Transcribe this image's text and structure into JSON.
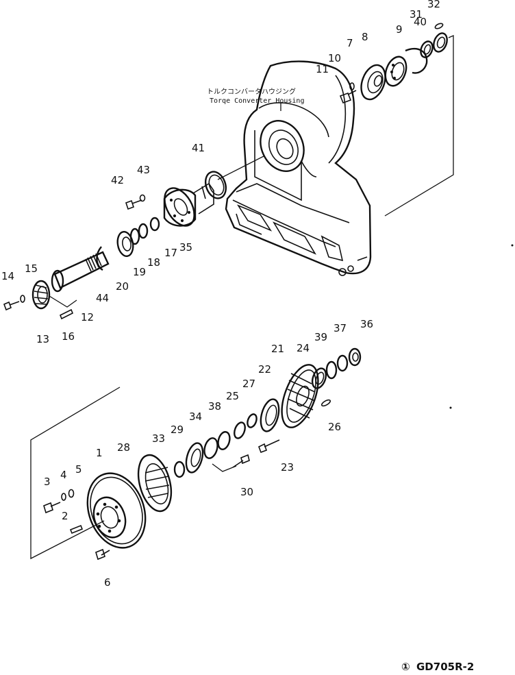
{
  "diagram": {
    "housing_label_jp": "トルクコンバータハウジング",
    "housing_label_en": "Torqe Converter Housing",
    "drawing_code_symbol": "①",
    "drawing_code": "GD705R-2",
    "callouts": {
      "p1": "1",
      "p2": "2",
      "p3": "3",
      "p4": "4",
      "p5": "5",
      "p6": "6",
      "p7": "7",
      "p8": "8",
      "p9": "9",
      "p10": "10",
      "p11": "11",
      "p12": "12",
      "p13": "13",
      "p14": "14",
      "p15": "15",
      "p16": "16",
      "p17": "17",
      "p18": "18",
      "p19": "19",
      "p20": "20",
      "p21": "21",
      "p22": "22",
      "p23": "23",
      "p24": "24",
      "p25": "25",
      "p26": "26",
      "p27": "27",
      "p28": "28",
      "p29": "29",
      "p30": "30",
      "p31": "31",
      "p32": "32",
      "p33": "33",
      "p34": "34",
      "p35": "35",
      "p36": "36",
      "p37": "37",
      "p38": "38",
      "p39": "39",
      "p40": "40",
      "p41": "41",
      "p42": "42",
      "p43": "43",
      "p44": "44"
    }
  }
}
